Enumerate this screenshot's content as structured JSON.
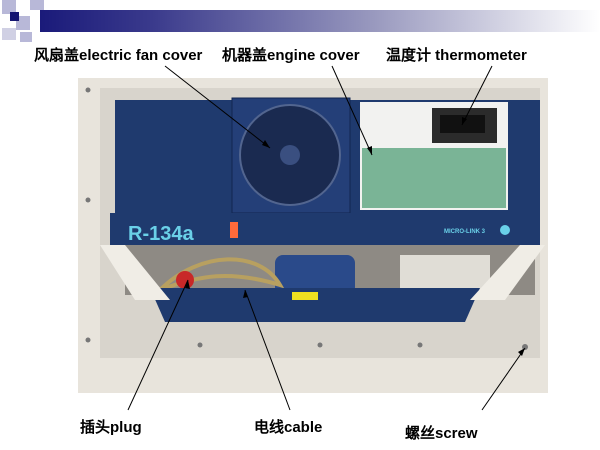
{
  "labels": {
    "fan_cover": "风扇盖electric fan cover",
    "engine_cover": "机器盖engine cover",
    "thermometer": "温度计 thermometer",
    "plug": "插头plug",
    "cable": "电线cable",
    "screw": "螺丝screw"
  },
  "photo": {
    "refrigerant_text": "R-134a",
    "controller_text": "MICRO-LINK 3"
  },
  "colors": {
    "unit_blue": "#1f3a6e",
    "title_bar": "#1a1a7a"
  }
}
